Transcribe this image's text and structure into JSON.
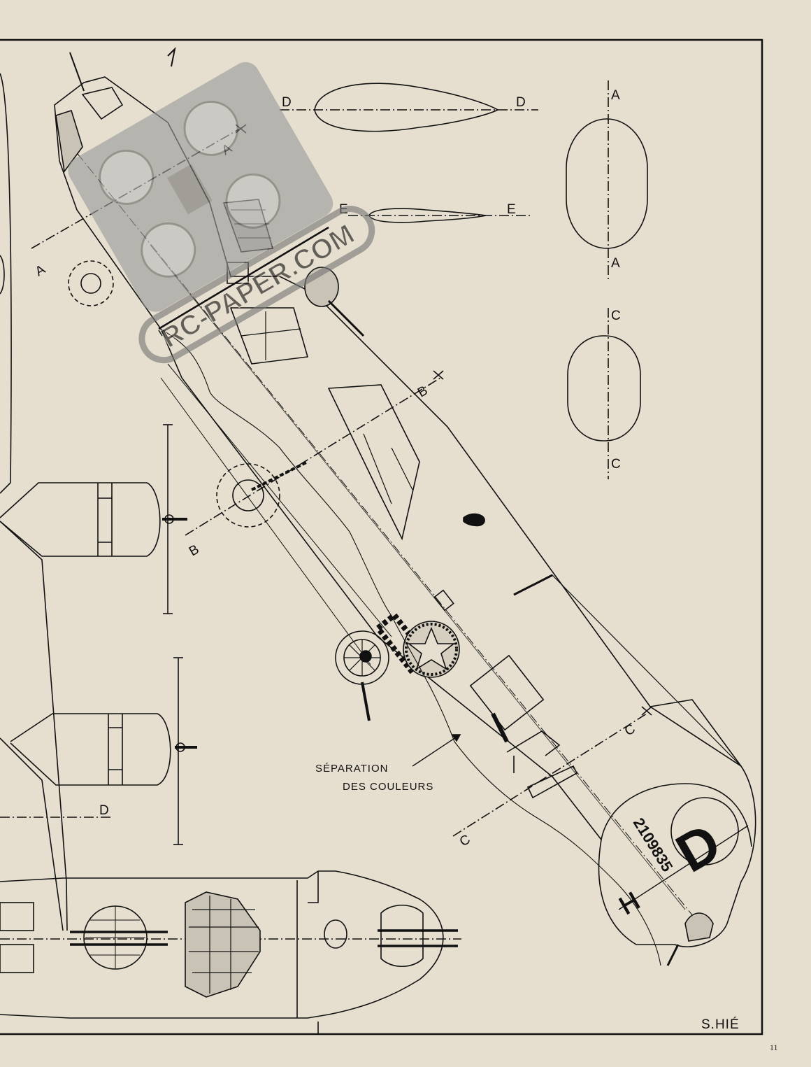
{
  "watermark": {
    "text": "RC-PAPER.COM"
  },
  "sections": {
    "D": "D",
    "E": "E",
    "A": "A",
    "C": "C",
    "B": "B"
  },
  "annotation": {
    "line1": "SÉPARATION",
    "line2": "DES COULEURS"
  },
  "tail": {
    "letter": "D",
    "serial": "2109835",
    "code": "H"
  },
  "signature": "S.HIÉ",
  "page_number": "11",
  "colors": {
    "paper": "#e6dfcf",
    "ink": "#111111",
    "watermark": "#8a8a8a"
  }
}
